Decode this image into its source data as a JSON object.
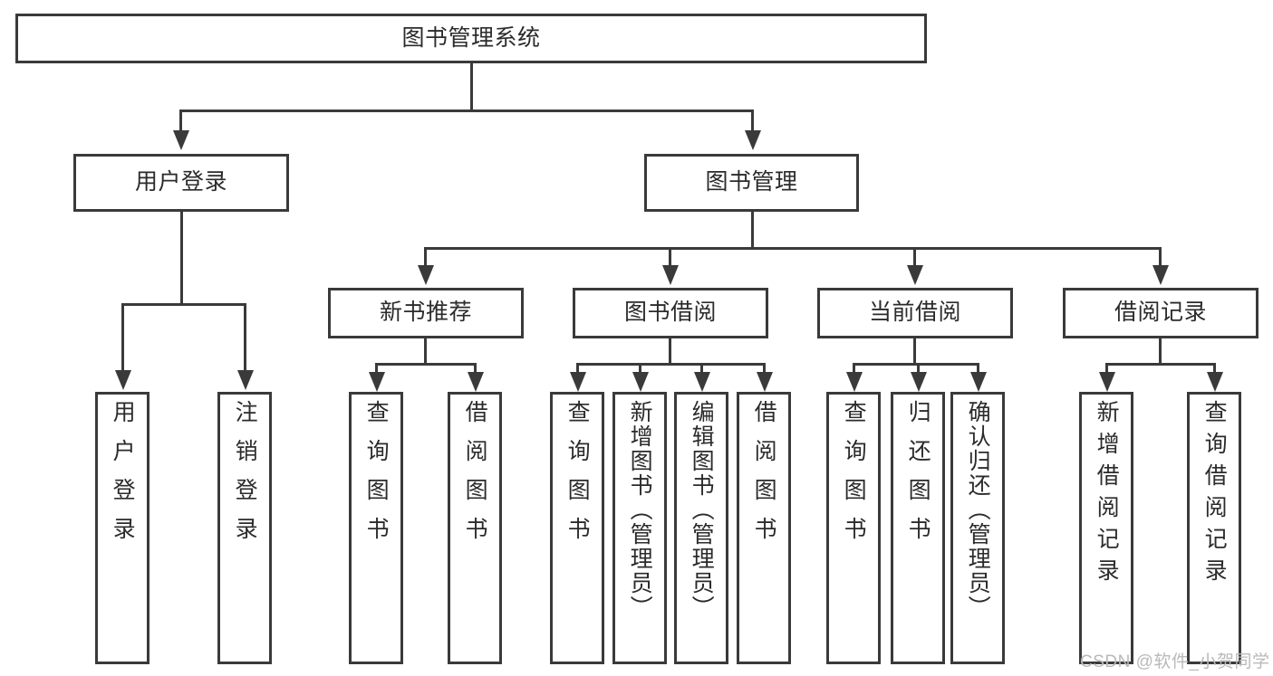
{
  "diagram": {
    "title_node": {
      "label": "图书管理系统"
    },
    "level2": [
      {
        "id": "user-login",
        "label": "用户登录"
      },
      {
        "id": "book-management",
        "label": "图书管理"
      }
    ],
    "level3": [
      {
        "id": "new-book-recommendation",
        "label": "新书推荐"
      },
      {
        "id": "book-borrowing",
        "label": "图书借阅"
      },
      {
        "id": "current-borrowing",
        "label": "当前借阅"
      },
      {
        "id": "borrowing-records",
        "label": "借阅记录"
      }
    ],
    "leaves": {
      "user_login": [
        {
          "id": "leaf-user-login",
          "label": "用户登录"
        },
        {
          "id": "leaf-logout",
          "label": "注销登录"
        }
      ],
      "new_book_recommendation": [
        {
          "id": "leaf-query-books-1",
          "label": "查询图书"
        },
        {
          "id": "leaf-borrow-books-1",
          "label": "借阅图书"
        }
      ],
      "book_borrowing": [
        {
          "id": "leaf-query-books-2",
          "label": "查询图书"
        },
        {
          "id": "leaf-add-book",
          "label": "新增图书（管理员）"
        },
        {
          "id": "leaf-edit-book",
          "label": "编辑图书（管理员）"
        },
        {
          "id": "leaf-borrow-books-2",
          "label": "借阅图书"
        }
      ],
      "current_borrowing": [
        {
          "id": "leaf-query-books-3",
          "label": "查询图书"
        },
        {
          "id": "leaf-return-book",
          "label": "归还图书"
        },
        {
          "id": "leaf-confirm-return",
          "label": "确认归还（管理员）"
        }
      ],
      "borrowing_records": [
        {
          "id": "leaf-add-record",
          "label": "新增借阅记录"
        },
        {
          "id": "leaf-query-record",
          "label": "查询借阅记录"
        }
      ]
    }
  },
  "watermark": {
    "text": "CSDN @软件_小贺同学"
  },
  "colors": {
    "stroke": "#3a3a3a",
    "text": "#2b2b2b",
    "background": "#ffffff",
    "watermark": "#b9b9b9"
  }
}
